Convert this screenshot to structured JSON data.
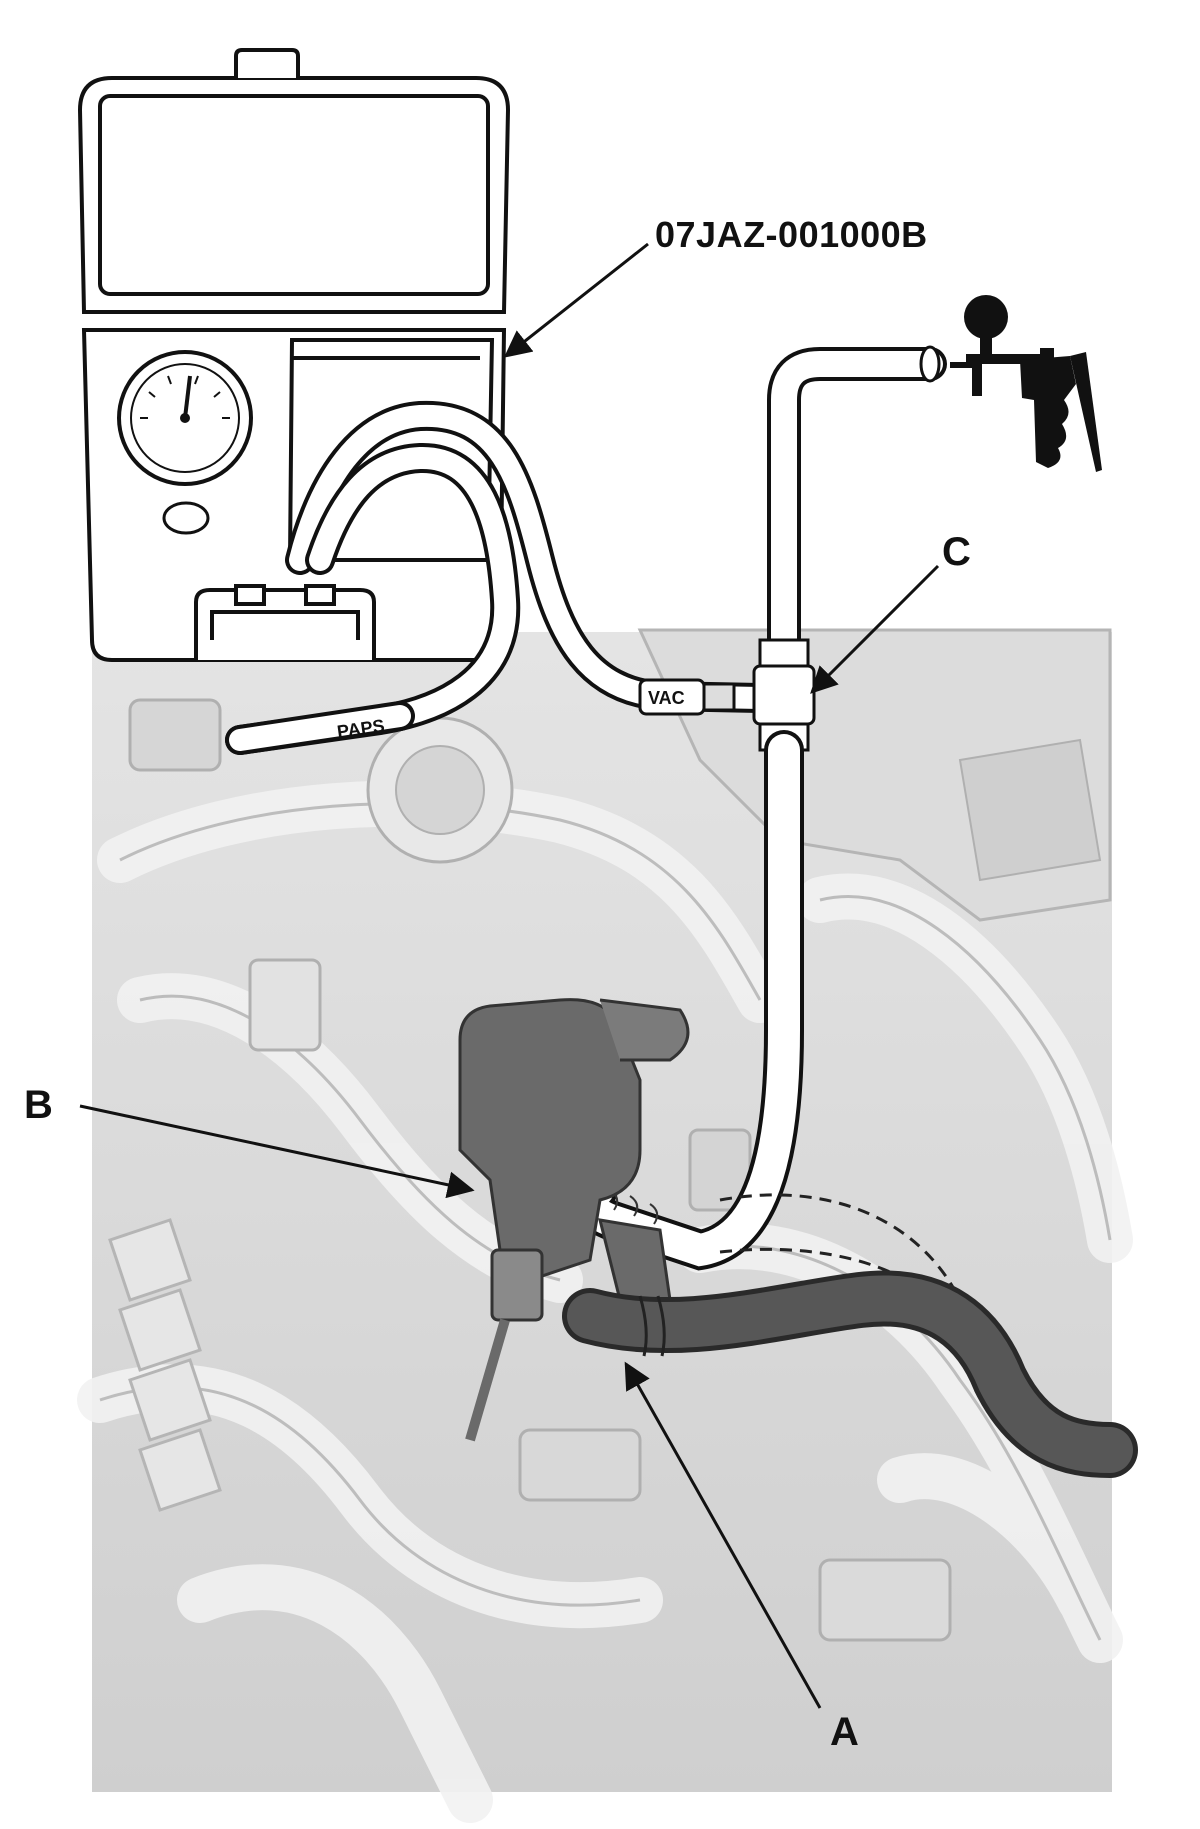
{
  "figure": {
    "tool_part_number": "07JAZ-001000B",
    "hose_tag_left": "PAPS",
    "hose_tag_right": "VAC",
    "callouts": [
      {
        "id": "A",
        "label": "A"
      },
      {
        "id": "B",
        "label": "B"
      },
      {
        "id": "C",
        "label": "C"
      }
    ]
  },
  "colors": {
    "line": "#111111",
    "engine_fill": "#d9d9d9",
    "engine_shade": "#bdbdbd",
    "hose_dark": "#555555",
    "component_dark": "#6a6a6a",
    "paper": "#ffffff"
  }
}
